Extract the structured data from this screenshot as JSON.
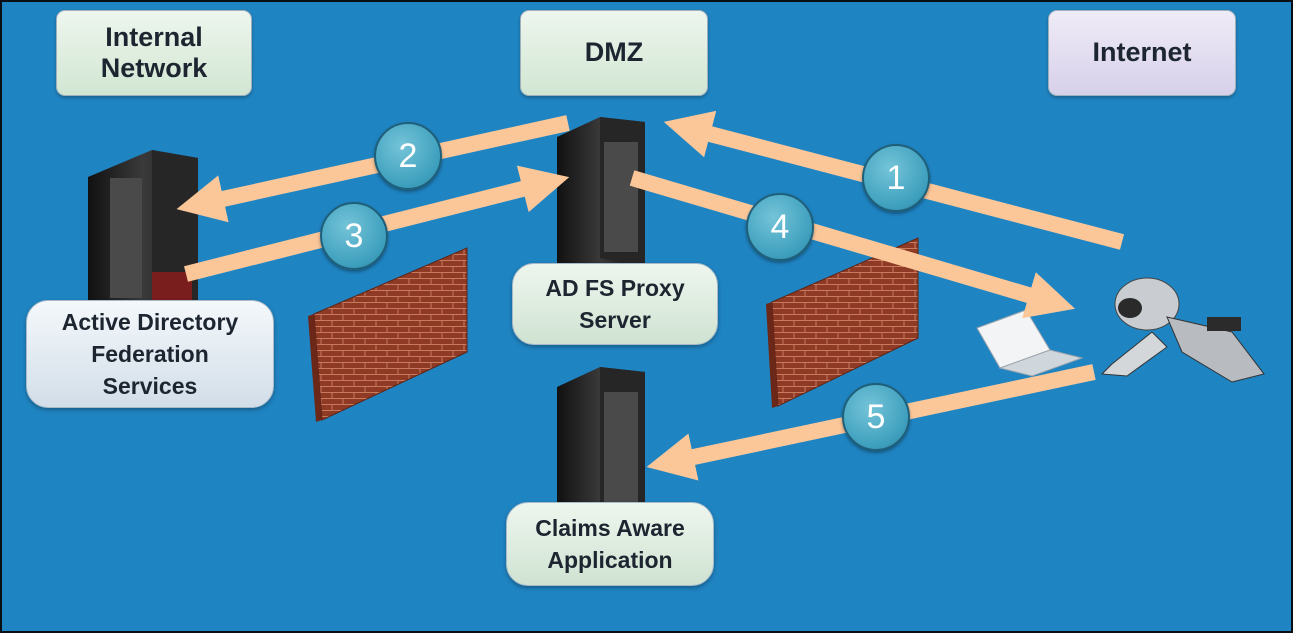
{
  "zones": {
    "internal": "Internal\nNetwork",
    "dmz": "DMZ",
    "internet": "Internet"
  },
  "nodes": {
    "adfs": "Active Directory\nFederation\nServices",
    "proxy": "AD FS Proxy\nServer",
    "app": "Claims Aware\nApplication"
  },
  "steps": [
    "1",
    "2",
    "3",
    "4",
    "5"
  ],
  "colors": {
    "background": "#1f84c2",
    "arrow": "#fbc799",
    "step_circle": "#4aa8c6",
    "brick": "#8e3a24"
  },
  "icons": [
    "server-tower-icon",
    "firewall-brick-wall-icon",
    "robot-user-icon",
    "laptop-icon"
  ]
}
